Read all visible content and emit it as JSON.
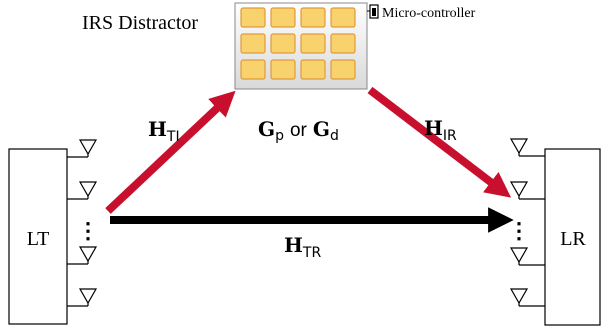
{
  "irs": {
    "title": "IRS Distractor",
    "controller_label": "Micro-controller",
    "matrix_g": "G",
    "sub_p": "p",
    "or_word": "or",
    "sub_d": "d",
    "element_rows": 3,
    "element_cols": 4,
    "element_color": "#f7d26d",
    "element_border": "#e39a3a"
  },
  "nodes": {
    "lt_label": "LT",
    "lr_label": "LR",
    "dots": "⋮"
  },
  "channels": {
    "h": "H",
    "ti_sub": "TI",
    "ir_sub": "IR",
    "tr_sub": "TR"
  },
  "colors": {
    "reflected_arrow": "#c8102e",
    "direct_arrow": "#000000"
  },
  "icons": {
    "antenna": "antenna-icon",
    "controller": "microcontroller-icon"
  }
}
